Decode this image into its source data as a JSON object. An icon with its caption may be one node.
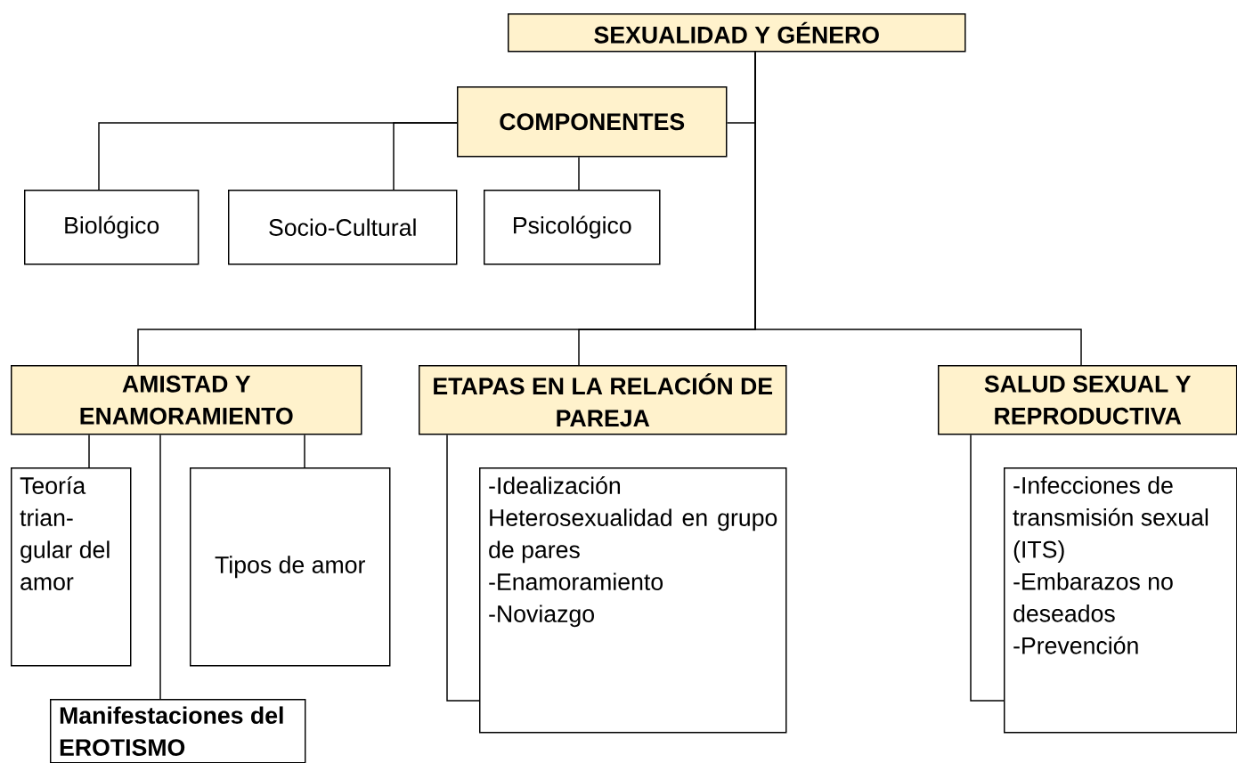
{
  "diagram": {
    "nodes": [
      {
        "text": [
          "SEXUALIDAD Y GÉNERO"
        ]
      },
      {
        "text": [
          "COMPONENTES"
        ]
      },
      {
        "text": [
          "Biológico"
        ]
      },
      {
        "text": [
          "Socio-Cultural"
        ]
      },
      {
        "text": [
          "Psicológico"
        ]
      },
      {
        "text": [
          "AMISTAD Y ENAMORAMIENTO"
        ]
      },
      {
        "text": [
          "ETAPAS EN LA RELACIÓN DE PAREJA"
        ]
      },
      {
        "text": [
          "SALUD SEXUAL Y REPRODUCTIVA"
        ]
      },
      {
        "text": [
          "Teoría trian-gular del amor"
        ]
      },
      {
        "text": [
          "Tipos de amor"
        ]
      },
      {
        "text": [
          "Manifestaciones del EROTISMO"
        ]
      },
      {
        "text": [
          "-Idealización",
          "Heterosexualidad en grupo de pares",
          "-Enamoramiento",
          "-Noviazgo"
        ]
      },
      {
        "text": [
          "-Infecciones de transmisión sexual (ITS)",
          "-Embarazos no deseados",
          "-Prevención"
        ]
      }
    ],
    "edges": [
      {
        "from": 0,
        "to": 1,
        "arrow": "none"
      },
      {
        "from": 1,
        "to": 2,
        "arrow": "none"
      },
      {
        "from": 1,
        "to": 3,
        "arrow": "none"
      },
      {
        "from": 1,
        "to": 4,
        "arrow": "none"
      },
      {
        "from": 0,
        "to": 5,
        "arrow": "none"
      },
      {
        "from": 0,
        "to": 6,
        "arrow": "none"
      },
      {
        "from": 0,
        "to": 7,
        "arrow": "none"
      },
      {
        "from": 5,
        "to": 8,
        "arrow": "none"
      },
      {
        "from": 5,
        "to": 10,
        "arrow": "none"
      },
      {
        "from": 5,
        "to": 9,
        "arrow": "none"
      },
      {
        "from": 6,
        "to": 11,
        "arrow": "none"
      },
      {
        "from": 7,
        "to": 12,
        "arrow": "none"
      }
    ]
  }
}
